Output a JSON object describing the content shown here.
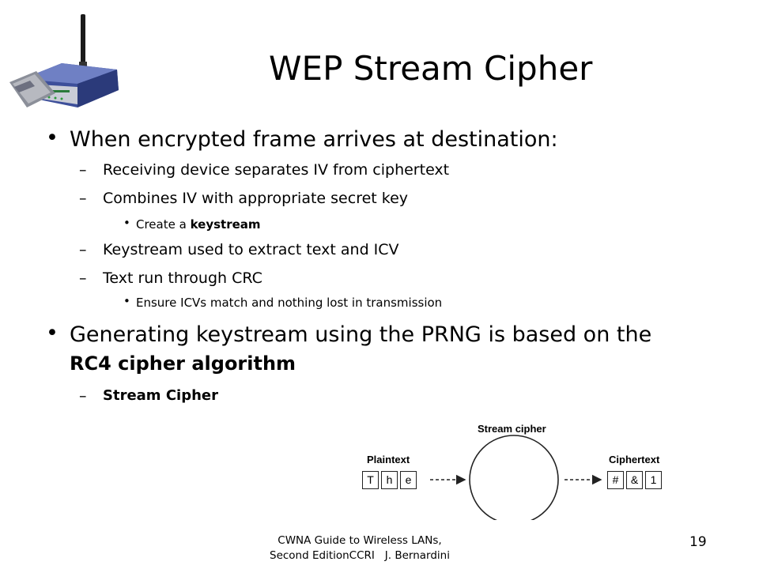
{
  "slide": {
    "title": "WEP Stream Cipher",
    "page_number": "19",
    "footer": {
      "line1": "CWNA Guide to Wireless LANs,",
      "line2": "Second EditionCCRI   J. Bernardini"
    }
  },
  "bullets": {
    "b1": "When encrypted frame arrives at destination:",
    "b1_s1": "Receiving device separates IV from ciphertext",
    "b1_s2": "Combines IV with appropriate secret key",
    "b1_s2_sub_prefix": "Create a ",
    "b1_s2_sub_bold": "keystream",
    "b1_s3": "Keystream used to extract text and ICV",
    "b1_s4": "Text run through CRC",
    "b1_s4_sub": "Ensure ICVs match and nothing lost in transmission",
    "b2_line1": "Generating keystream using the PRNG is based on the",
    "b2_line2_bold": "RC4 cipher algorithm",
    "b2_s1_bold": "Stream Cipher",
    "bullet_char": "•",
    "dash_char": "–"
  },
  "diagram": {
    "center_label": "Stream cipher",
    "left_label": "Plaintext",
    "right_label": "Ciphertext",
    "plaintext_chars": [
      "T",
      "h",
      "e"
    ],
    "ciphertext_chars": [
      "#",
      "&",
      "1"
    ]
  },
  "image": {
    "icon": "wireless-router-icon"
  }
}
